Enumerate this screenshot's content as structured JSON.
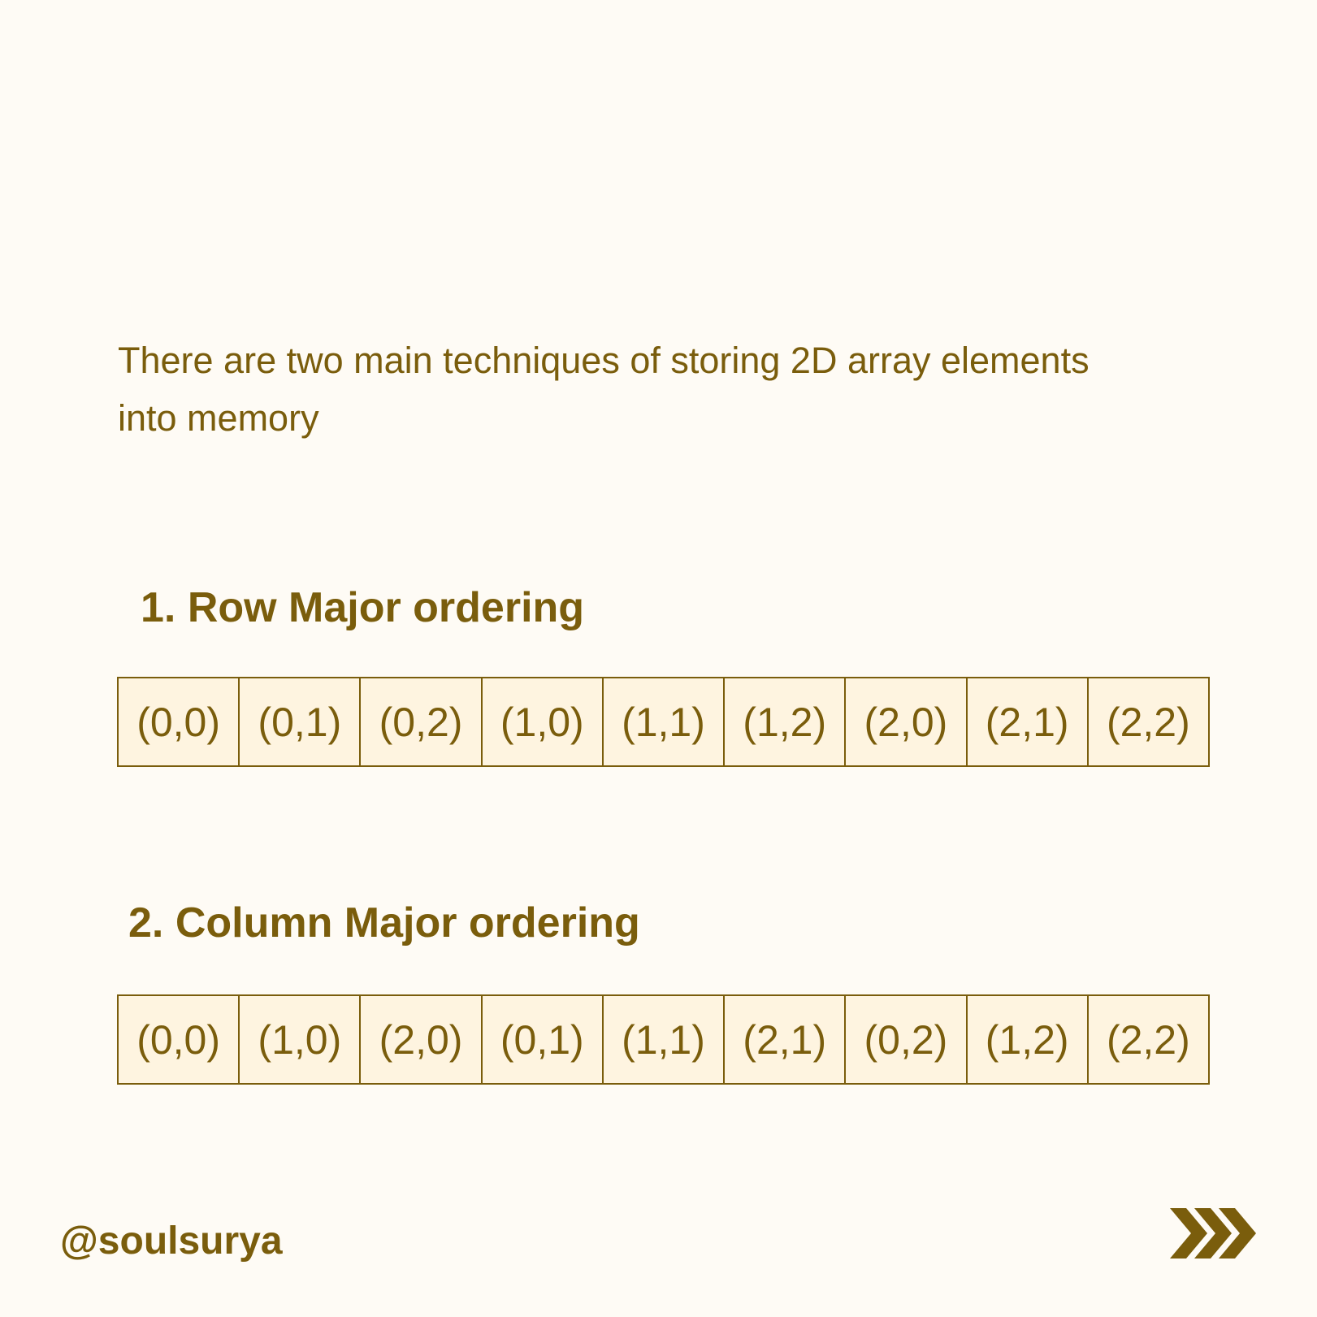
{
  "intro_text": "There are two main techniques of storing 2D array elements into memory",
  "row_major": {
    "heading": "1. Row Major ordering",
    "cells": [
      "(0,0)",
      "(0,1)",
      "(0,2)",
      "(1,0)",
      "(1,1)",
      "(1,2)",
      "(2,0)",
      "(2,1)",
      "(2,2)"
    ]
  },
  "column_major": {
    "heading": "2. Column Major ordering",
    "cells": [
      "(0,0)",
      "(1,0)",
      "(2,0)",
      "(0,1)",
      "(1,1)",
      "(2,1)",
      "(0,2)",
      "(1,2)",
      "(2,2)"
    ]
  },
  "footer": {
    "handle": "@soulsurya",
    "next_icon": "triple-chevron-right-icon"
  },
  "colors": {
    "background": "#fefbf5",
    "accent": "#7a5d0c",
    "cell_fill": "#fef4e0"
  }
}
